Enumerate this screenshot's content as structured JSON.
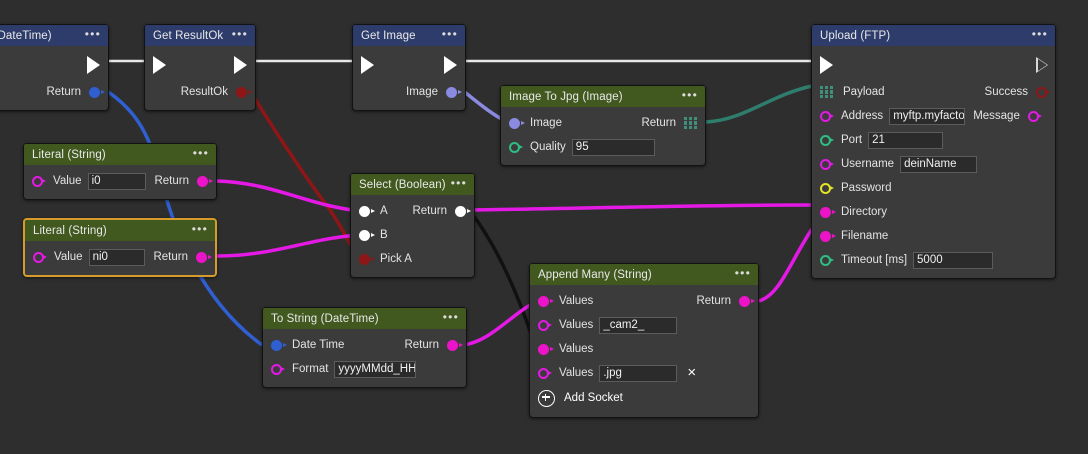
{
  "canvas": {
    "background": "#2e2e2e",
    "exec_wire_color": "#e8e8e8"
  },
  "palette": {
    "header_blue": "#2d3c6b",
    "header_green": "#41591f",
    "node_body": "#3b3b3b",
    "selection": "#d79b2b",
    "wire_blue": "#2f5fd0",
    "wire_red": "#8f1616",
    "wire_magenta": "#e519e5",
    "wire_periwinkle": "#8a8ae0",
    "wire_teal": "#2f7d6d",
    "wire_black": "#111111"
  },
  "nodes": [
    {
      "id": "now-datetime",
      "title": "Now (DateTime)",
      "header": "blue",
      "menu": "•••",
      "rows": [
        {
          "kind": "exec",
          "in": true,
          "in_style": "hollow",
          "out": true,
          "out_style": "solid"
        },
        {
          "kind": "out",
          "label": "Return",
          "port_color": "blue",
          "port_fill": "filled"
        }
      ]
    },
    {
      "id": "get-resultok",
      "title": "Get ResultOk",
      "header": "blue",
      "menu": "•••",
      "rows": [
        {
          "kind": "exec",
          "in": true,
          "in_style": "solid",
          "out": true,
          "out_style": "solid"
        },
        {
          "kind": "out",
          "label": "ResultOk",
          "port_color": "darkred",
          "port_fill": "filled"
        }
      ]
    },
    {
      "id": "get-image",
      "title": "Get Image",
      "header": "blue",
      "menu": "•••",
      "rows": [
        {
          "kind": "exec",
          "in": true,
          "in_style": "solid",
          "out": true,
          "out_style": "solid"
        },
        {
          "kind": "out",
          "label": "Image",
          "port_color": "periwinkle",
          "port_fill": "filled"
        }
      ]
    },
    {
      "id": "image-to-jpg",
      "title": "Image To Jpg (Image)",
      "header": "green",
      "menu": "•••",
      "rows": [
        {
          "kind": "in",
          "label": "Image",
          "port_color": "periwinkle",
          "port_fill": "filled",
          "right_label": "Return",
          "right_port": "grid"
        },
        {
          "kind": "in",
          "label": "Quality",
          "port_color": "green",
          "port_fill": "hollow",
          "value": "95"
        }
      ]
    },
    {
      "id": "literal-string-1",
      "title": "Literal (String)",
      "header": "green",
      "menu": "•••",
      "selected": false,
      "rows": [
        {
          "kind": "in",
          "label": "Value",
          "port_color": "magenta",
          "port_fill": "hollow",
          "value": "i0",
          "right_label": "Return",
          "right_port_color": "pink",
          "right_port_fill": "filled"
        }
      ]
    },
    {
      "id": "literal-string-2",
      "title": "Literal (String)",
      "header": "green",
      "menu": "•••",
      "selected": true,
      "rows": [
        {
          "kind": "in",
          "label": "Value",
          "port_color": "magenta",
          "port_fill": "hollow",
          "value": "ni0",
          "right_label": "Return",
          "right_port_color": "pink",
          "right_port_fill": "filled"
        }
      ]
    },
    {
      "id": "select-boolean",
      "title": "Select (Boolean)",
      "header": "green",
      "menu": "•••",
      "rows": [
        {
          "kind": "in",
          "label": "A",
          "port_color": "white",
          "port_fill": "filled",
          "right_label": "Return",
          "right_port_color": "white",
          "right_port_fill": "filled"
        },
        {
          "kind": "in",
          "label": "B",
          "port_color": "white",
          "port_fill": "filled"
        },
        {
          "kind": "in",
          "label": "Pick A",
          "port_color": "darkred",
          "port_fill": "filled"
        }
      ]
    },
    {
      "id": "to-string-datetime",
      "title": "To String (DateTime)",
      "header": "green",
      "menu": "•••",
      "rows": [
        {
          "kind": "in",
          "label": "Date Time",
          "port_color": "blue",
          "port_fill": "filled",
          "right_label": "Return",
          "right_port_color": "pink",
          "right_port_fill": "filled"
        },
        {
          "kind": "in",
          "label": "Format",
          "port_color": "magenta",
          "port_fill": "hollow",
          "value": "yyyyMMdd_HH"
        }
      ]
    },
    {
      "id": "append-many-string",
      "title": "Append Many (String)",
      "header": "green",
      "menu": "•••",
      "rows": [
        {
          "kind": "in",
          "label": "Values",
          "port_color": "pink",
          "port_fill": "filled",
          "right_label": "Return",
          "right_port_color": "pink",
          "right_port_fill": "filled"
        },
        {
          "kind": "in",
          "label": "Values",
          "port_color": "magenta",
          "port_fill": "hollow",
          "value": "_cam2_"
        },
        {
          "kind": "in",
          "label": "Values",
          "port_color": "pink",
          "port_fill": "filled"
        },
        {
          "kind": "in",
          "label": "Values",
          "port_color": "magenta",
          "port_fill": "hollow",
          "value": ".jpg",
          "remove": "×"
        },
        {
          "kind": "add",
          "label": "Add Socket"
        }
      ]
    },
    {
      "id": "upload-ftp",
      "title": "Upload (FTP)",
      "header": "blue",
      "menu": "•••",
      "rows": [
        {
          "kind": "exec",
          "in": true,
          "in_style": "solid",
          "out": true,
          "out_style": "hollow"
        },
        {
          "kind": "in",
          "label": "Payload",
          "port": "grid",
          "right_label": "Success",
          "right_port_color": "darkred",
          "right_port_fill": "hollow"
        },
        {
          "kind": "in",
          "label": "Address",
          "port_color": "magenta",
          "port_fill": "hollow",
          "value": "myftp.myfactor",
          "right_label": "Message",
          "right_port_color": "magenta",
          "right_port_fill": "hollow"
        },
        {
          "kind": "in",
          "label": "Port",
          "port_color": "green",
          "port_fill": "hollow",
          "value": "21"
        },
        {
          "kind": "in",
          "label": "Username",
          "port_color": "magenta",
          "port_fill": "hollow",
          "value": "deinName"
        },
        {
          "kind": "in",
          "label": "Password",
          "port_color": "yellow",
          "port_fill": "hollow"
        },
        {
          "kind": "in",
          "label": "Directory",
          "port_color": "pink",
          "port_fill": "filled"
        },
        {
          "kind": "in",
          "label": "Filename",
          "port_color": "pink",
          "port_fill": "filled"
        },
        {
          "kind": "in",
          "label": "Timeout [ms]",
          "port_color": "green",
          "port_fill": "hollow",
          "value": "5000"
        }
      ]
    }
  ]
}
